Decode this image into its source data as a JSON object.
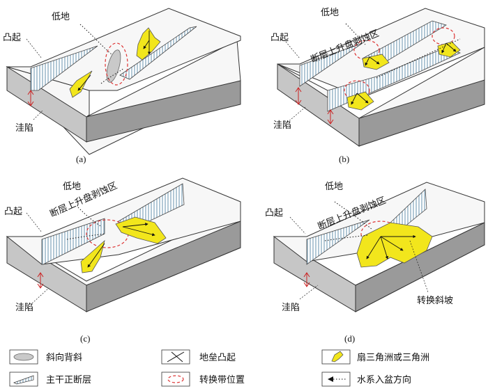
{
  "panels": {
    "a": {
      "caption": "(a)",
      "uplift": "凸起",
      "lowland": "低地",
      "depression": "洼陷"
    },
    "b": {
      "caption": "(b)",
      "uplift": "凸起",
      "lowland": "低地",
      "depression": "洼陷",
      "erosion": "断层上升盘剥蚀区"
    },
    "c": {
      "caption": "(c)",
      "uplift": "凸起",
      "lowland": "低地",
      "depression": "洼陷",
      "erosion": "断层上升盘剥蚀区"
    },
    "d": {
      "caption": "(d)",
      "uplift": "凸起",
      "lowland": "低地",
      "depression": "洼陷",
      "erosion": "断层上升盘剥蚀区",
      "ramp": "转换斜坡"
    }
  },
  "legend": [
    {
      "key": "oblique-anticline",
      "label": "斜向背斜"
    },
    {
      "key": "horst-uplift",
      "label": "地垒凸起"
    },
    {
      "key": "fan-delta",
      "label": "扇三角洲或三角洲"
    },
    {
      "key": "main-normal-fault",
      "label": "主干正断层"
    },
    {
      "key": "transfer-zone",
      "label": "转换带位置"
    },
    {
      "key": "drainage",
      "label": "水系入盆方向"
    }
  ],
  "colors": {
    "fan": "#f2e61c",
    "transfer_zone": "#d33333",
    "fault_hatch": "#8fb3c9",
    "block_top": "#f7f7f7",
    "block_side": "#9a9a9a"
  }
}
